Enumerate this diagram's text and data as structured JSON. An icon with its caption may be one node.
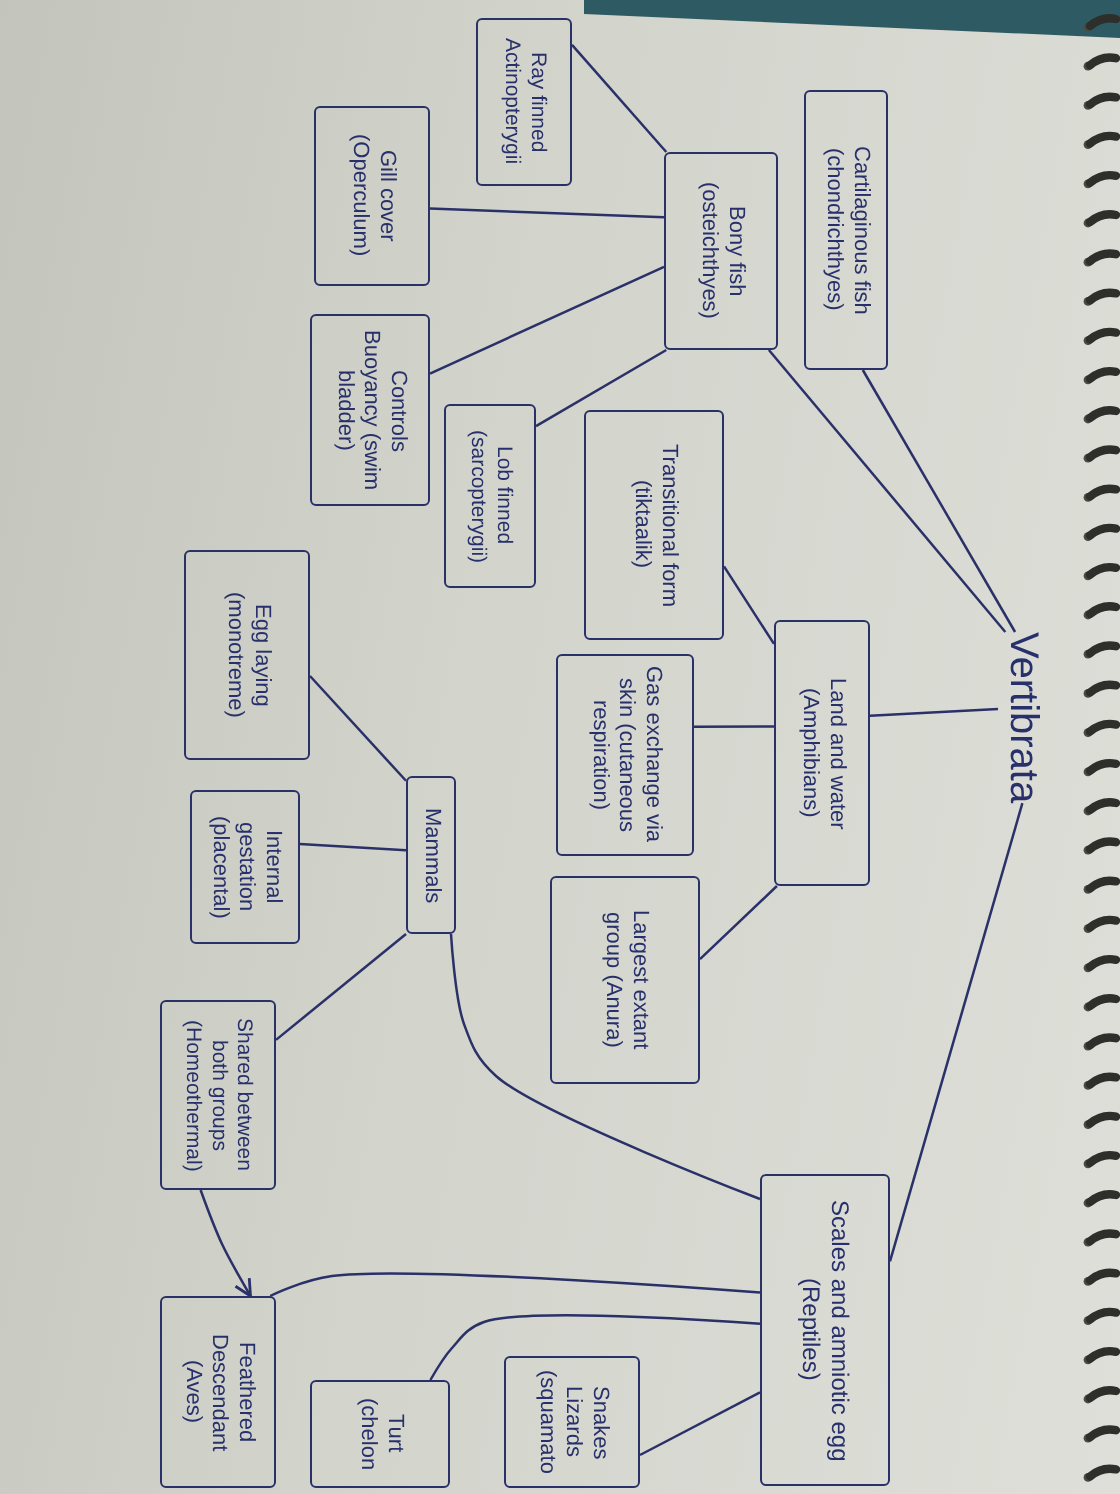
{
  "diagram": {
    "nodes": [
      {
        "text": [
          "Cartilaginous fish (chondrichthyes)"
        ]
      },
      {
        "text": [
          "Ray finned Actinopterygii"
        ]
      },
      {
        "text": [
          "Bony fish (osteichthyes)"
        ]
      },
      {
        "text": [
          "Gill cover (Operculum)"
        ]
      },
      {
        "text": [
          "Controls Buoyancy (swim bladder)"
        ]
      },
      {
        "text": [
          "Lob finned (sarcopterygii)"
        ]
      },
      {
        "text": [
          "Transitional form (tiktaalik)"
        ]
      },
      {
        "text": [
          "Land and water (Amphibians)"
        ]
      },
      {
        "text": [
          "Gas exchange via skin (cutaneous respiration)"
        ]
      },
      {
        "text": [
          "Largest extant group (Anura)"
        ]
      },
      {
        "text": [
          "Vertibrata"
        ]
      },
      {
        "text": [
          "Egg laying (monotreme)"
        ]
      },
      {
        "text": [
          "Mammals"
        ]
      },
      {
        "text": [
          "Internal gestation (placental)"
        ]
      },
      {
        "text": [
          "Shared between both groups (Homeothermal)"
        ]
      },
      {
        "text": [
          "Scales and amniotic egg (Reptiles)"
        ]
      },
      {
        "text": [
          "Feathered Descendant (Aves)"
        ]
      },
      {
        "text": [
          "Turt (chelon"
        ]
      },
      {
        "text": [
          "Snakes Lizards (squamato"
        ]
      }
    ],
    "edges": [
      {
        "from": 10,
        "to": 0,
        "arrow": "none"
      },
      {
        "from": 10,
        "to": 2,
        "arrow": "none"
      },
      {
        "from": 2,
        "to": 1,
        "arrow": "none"
      },
      {
        "from": 2,
        "to": 3,
        "arrow": "none"
      },
      {
        "from": 2,
        "to": 4,
        "arrow": "none"
      },
      {
        "from": 2,
        "to": 5,
        "arrow": "none"
      },
      {
        "from": 10,
        "to": 7,
        "arrow": "none"
      },
      {
        "from": 6,
        "to": 7,
        "arrow": "none"
      },
      {
        "from": 7,
        "to": 8,
        "arrow": "none"
      },
      {
        "from": 7,
        "to": 9,
        "arrow": "none"
      },
      {
        "from": 10,
        "to": 15,
        "arrow": "none"
      },
      {
        "from": 12,
        "to": 11,
        "arrow": "none"
      },
      {
        "from": 12,
        "to": 13,
        "arrow": "none"
      },
      {
        "from": 12,
        "to": 14,
        "arrow": "none"
      },
      {
        "from": 12,
        "to": 15,
        "arrow": "none"
      },
      {
        "from": 14,
        "to": 16,
        "arrow": "to"
      },
      {
        "from": 15,
        "to": 16,
        "arrow": "none"
      },
      {
        "from": 15,
        "to": 17,
        "arrow": "none"
      },
      {
        "from": 15,
        "to": 18,
        "arrow": "none"
      }
    ]
  }
}
